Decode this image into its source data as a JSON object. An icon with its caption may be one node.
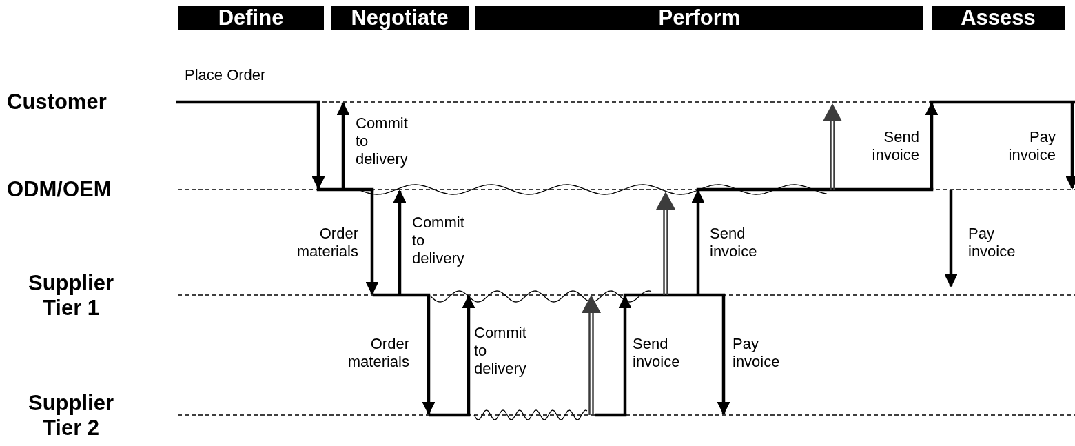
{
  "diagram": {
    "nodes": [
      {
        "text": [
          "Define"
        ]
      },
      {
        "text": [
          "Negotiate"
        ]
      },
      {
        "text": [
          "Perform"
        ]
      },
      {
        "text": [
          "Assess"
        ]
      }
    ],
    "labels": [
      "Place Order",
      "Customer",
      "Commit to delivery",
      "Send invoice",
      "Pay invoice",
      "ODM/OEM",
      "Order materials",
      "Commit to delivery",
      "Send invoice",
      "Pay invoice",
      "Supplier Tier 1",
      "Order materials",
      "Commit to delivery",
      "Send invoice",
      "Pay invoice",
      "Supplier Tier 2"
    ]
  }
}
